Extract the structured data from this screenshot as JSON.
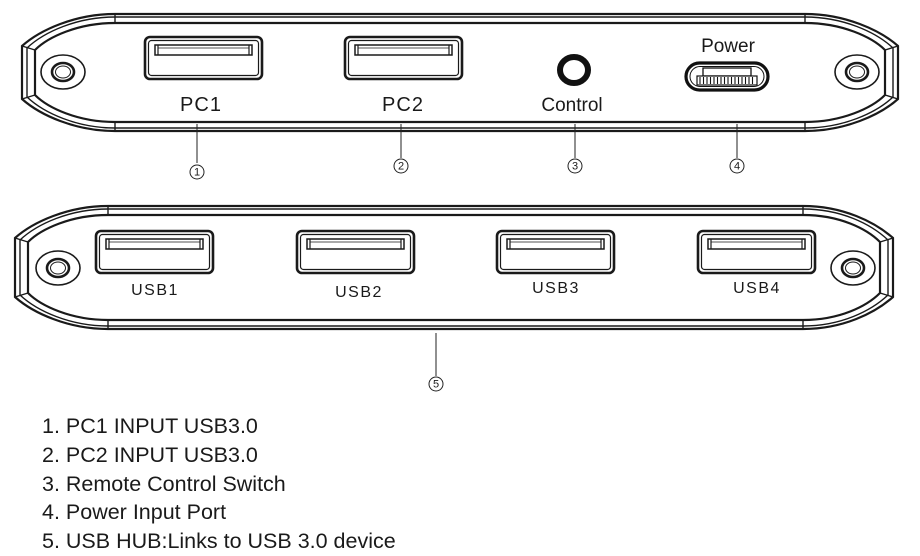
{
  "diagram": {
    "front_panel": {
      "ports": [
        {
          "id": "pc1",
          "label": "PC1",
          "type": "usb-a"
        },
        {
          "id": "pc2",
          "label": "PC2",
          "type": "usb-a"
        },
        {
          "id": "control",
          "label": "Control",
          "type": "round-jack"
        },
        {
          "id": "power",
          "label": "Power",
          "type": "usb-c"
        }
      ]
    },
    "rear_panel": {
      "ports": [
        {
          "id": "usb1",
          "label": "USB1",
          "type": "usb-a"
        },
        {
          "id": "usb2",
          "label": "USB2",
          "type": "usb-a"
        },
        {
          "id": "usb3",
          "label": "USB3",
          "type": "usb-a"
        },
        {
          "id": "usb4",
          "label": "USB4",
          "type": "usb-a"
        }
      ]
    },
    "callouts": [
      "1",
      "2",
      "3",
      "4",
      "5"
    ]
  },
  "legend": [
    "1. PC1 INPUT USB3.0",
    "2. PC2 INPUT USB3.0",
    "3. Remote Control Switch",
    "4. Power Input Port",
    "5. USB HUB:Links to USB 3.0 device"
  ],
  "colors": {
    "line": "#1a1a1a",
    "background": "#ffffff"
  }
}
